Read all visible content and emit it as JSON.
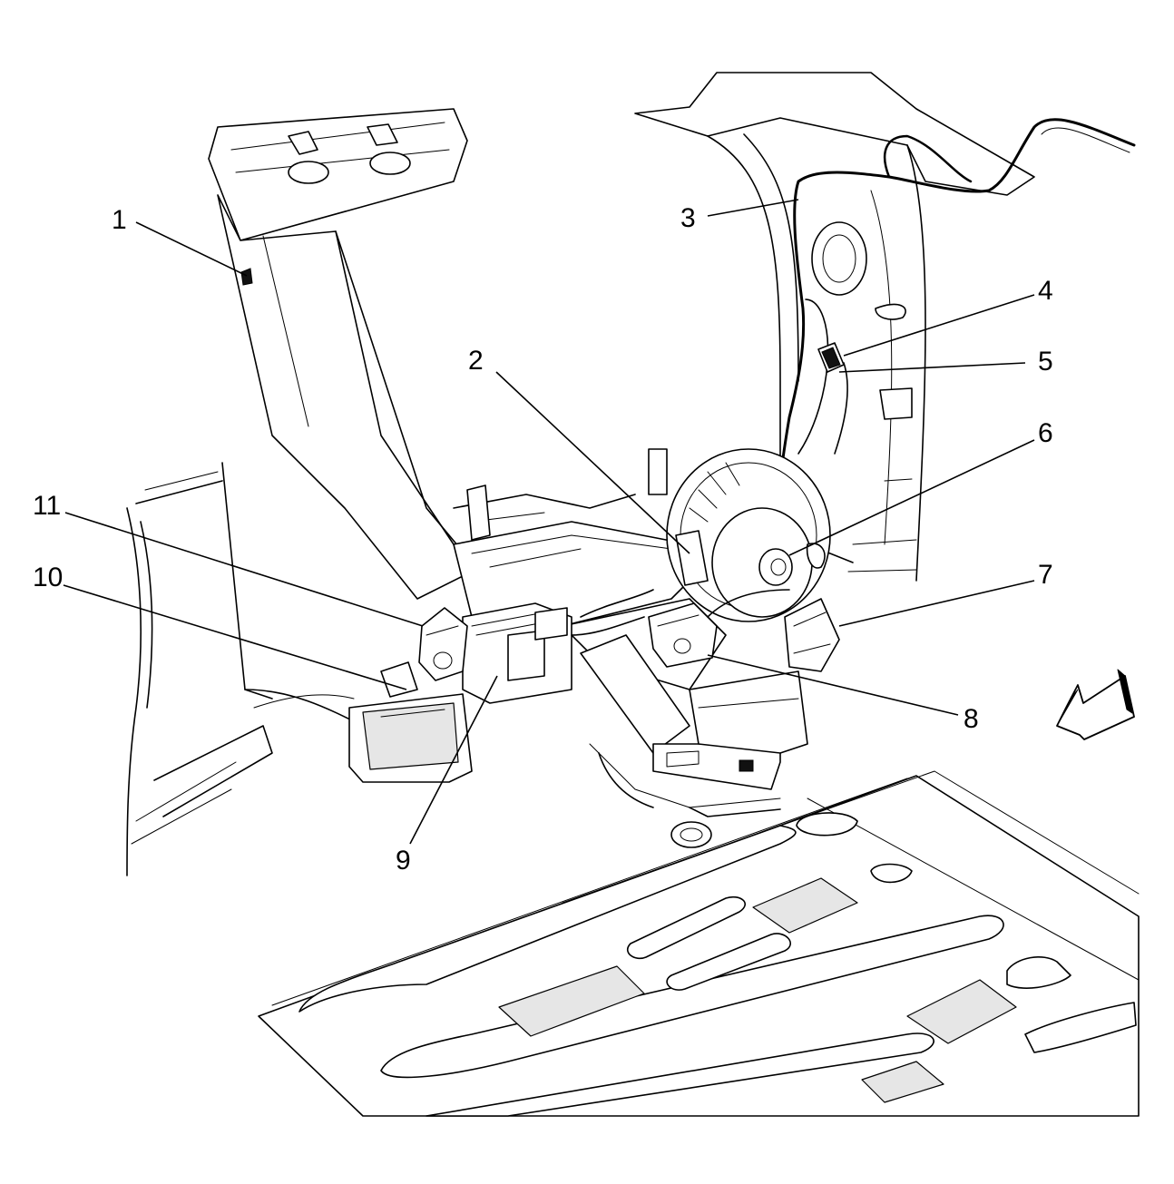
{
  "callouts": [
    {
      "id": "1",
      "label": "1"
    },
    {
      "id": "2",
      "label": "2"
    },
    {
      "id": "3",
      "label": "3"
    },
    {
      "id": "4",
      "label": "4"
    },
    {
      "id": "5",
      "label": "5"
    },
    {
      "id": "6",
      "label": "6"
    },
    {
      "id": "7",
      "label": "7"
    },
    {
      "id": "8",
      "label": "8"
    },
    {
      "id": "9",
      "label": "9"
    },
    {
      "id": "10",
      "label": "10"
    },
    {
      "id": "11",
      "label": "11"
    }
  ],
  "colors": {
    "line": "#000000",
    "background": "#ffffff",
    "shade": "#e6e6e6"
  },
  "icons": {
    "direction_arrow": "front-direction-arrow-icon"
  }
}
